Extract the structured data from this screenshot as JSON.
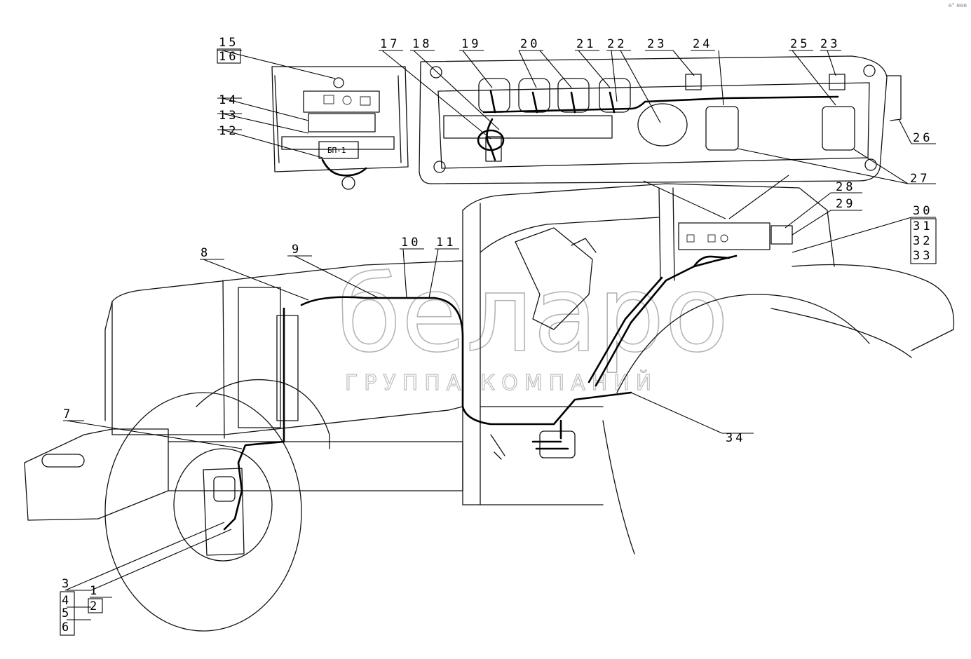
{
  "watermark": {
    "main": "беларо",
    "sub": "ГРУППА КОМПАНИЙ"
  },
  "fuse_block_label": "БП-1",
  "corner_mark": "e° eee",
  "labels": {
    "l1": "1",
    "l2": "2",
    "l3": "3",
    "l4": "4",
    "l5": "5",
    "l6": "6",
    "l7": "7",
    "l8": "8",
    "l9": "9",
    "l10": "10",
    "l11": "11",
    "l12": "12",
    "l13": "13",
    "l14": "14",
    "l15": "15",
    "l16": "16",
    "l17": "17",
    "l18": "18",
    "l19": "19",
    "l20": "20",
    "l21": "21",
    "l22": "22",
    "l23a": "23",
    "l23b": "23",
    "l24": "24",
    "l25": "25",
    "l26": "26",
    "l27": "27",
    "l28": "28",
    "l29": "29",
    "l30": "30",
    "l31": "31",
    "l32": "32",
    "l33": "33",
    "l34": "34"
  }
}
